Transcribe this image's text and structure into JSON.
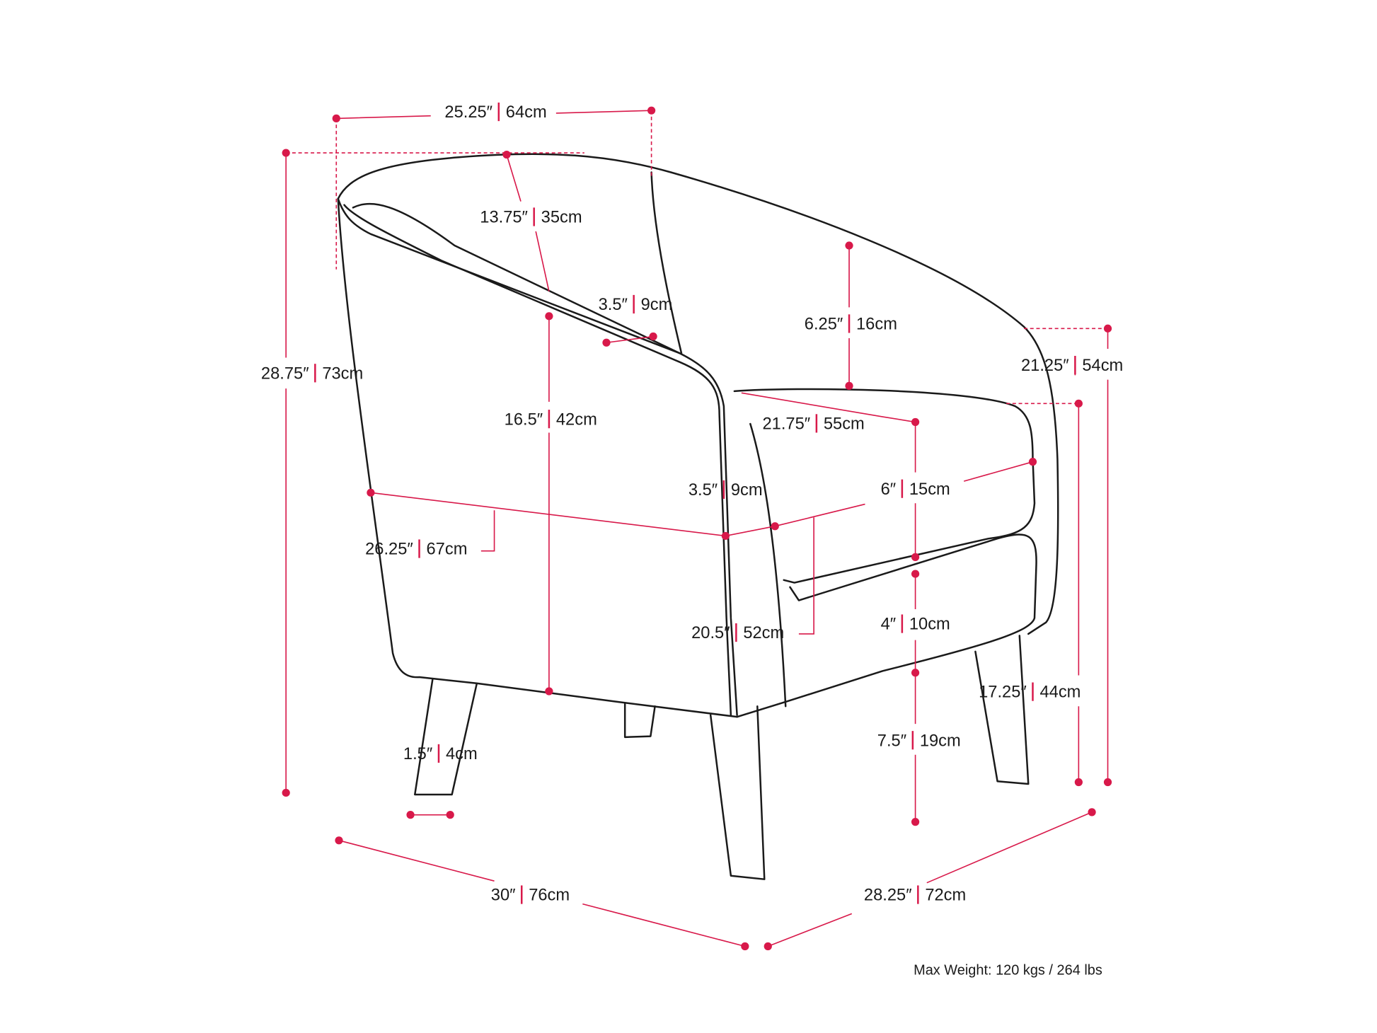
{
  "accent_color": "#d8194a",
  "dimensions": {
    "top_width": {
      "in": "25.25″",
      "cm": "64cm"
    },
    "back_depth": {
      "in": "13.75″",
      "cm": "35cm"
    },
    "arm_width_top": {
      "in": "3.5″",
      "cm": "9cm"
    },
    "back_height_above_seat": {
      "in": "6.25″",
      "cm": "16cm"
    },
    "total_height": {
      "in": "28.75″",
      "cm": "73cm"
    },
    "arm_height": {
      "in": "21.25″",
      "cm": "54cm"
    },
    "inner_back_height": {
      "in": "16.5″",
      "cm": "42cm"
    },
    "seat_depth": {
      "in": "21.75″",
      "cm": "55cm"
    },
    "arm_width_front": {
      "in": "3.5″",
      "cm": "9cm"
    },
    "cushion_thickness": {
      "in": "6″",
      "cm": "15cm"
    },
    "side_depth": {
      "in": "26.25″",
      "cm": "67cm"
    },
    "seat_width": {
      "in": "20.5″",
      "cm": "52cm"
    },
    "base_thickness": {
      "in": "4″",
      "cm": "10cm"
    },
    "seat_height": {
      "in": "17.25″",
      "cm": "44cm"
    },
    "leg_width": {
      "in": "1.5″",
      "cm": "4cm"
    },
    "leg_height": {
      "in": "7.5″",
      "cm": "19cm"
    },
    "overall_depth": {
      "in": "30″",
      "cm": "76cm"
    },
    "overall_width": {
      "in": "28.25″",
      "cm": "72cm"
    }
  },
  "max_weight": "Max Weight: 120 kgs / 264 lbs"
}
